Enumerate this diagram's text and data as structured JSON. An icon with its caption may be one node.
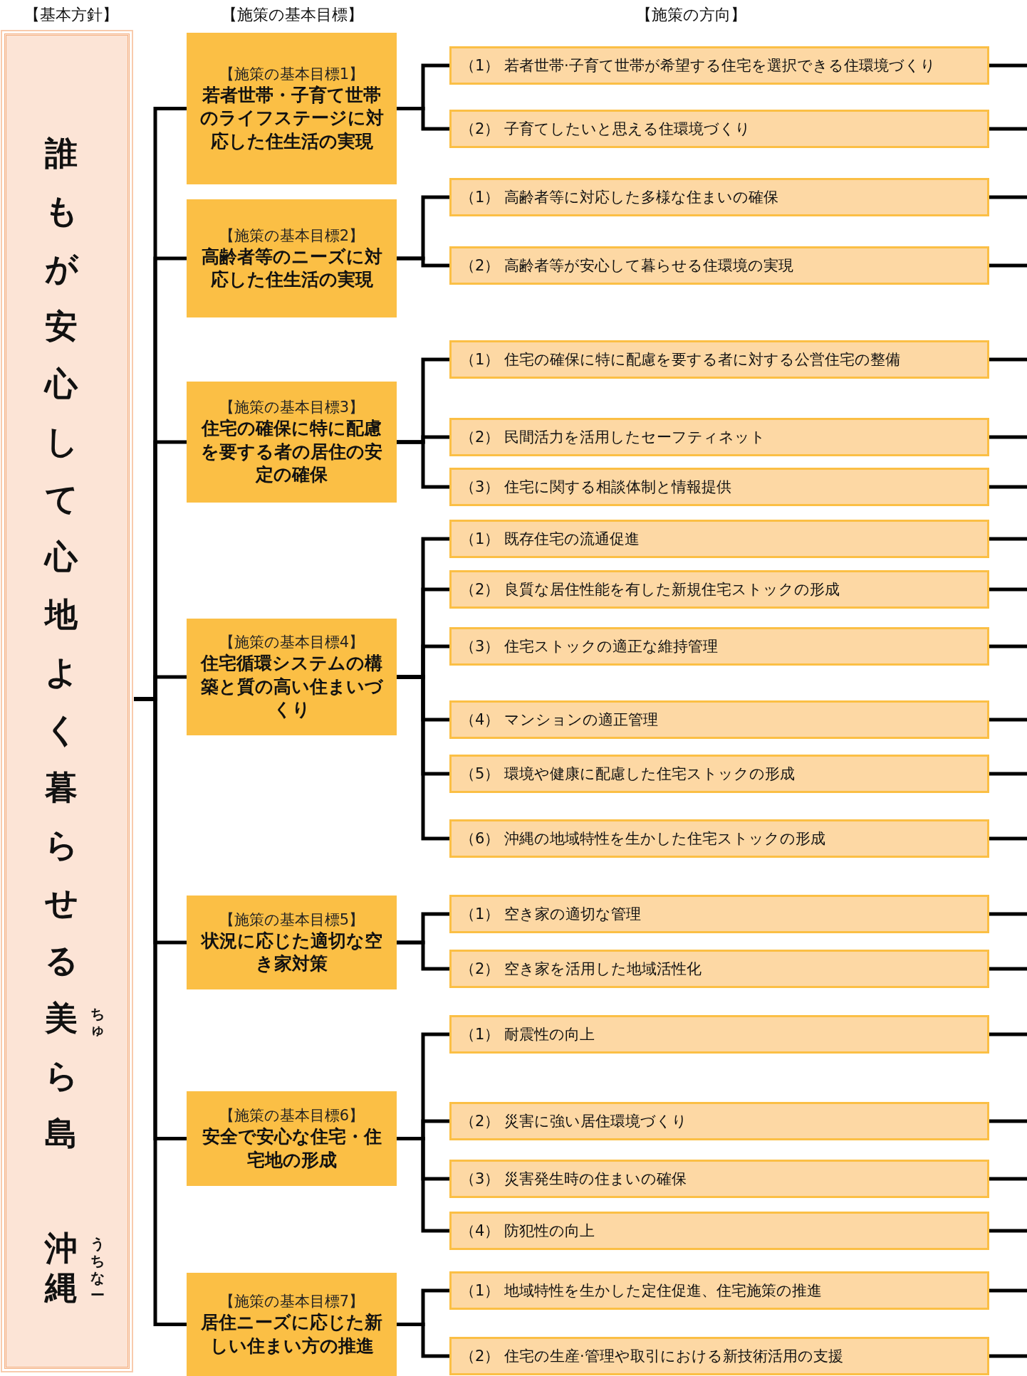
{
  "diagram": {
    "nodes": [
      {
        "text": [
          "誰もが安心して心地よく暮らせる美ら島",
          "ちゅ",
          "沖縄",
          "うちなー"
        ]
      },
      {
        "text": [
          "【施策の基本目標1】",
          "若者世帯・子育て世帯のライフステージに対応した住生活の実現"
        ]
      },
      {
        "text": [
          "（1） 若者世帯·子育て世帯が希望する住宅を選択できる住環境づくり"
        ]
      },
      {
        "text": [
          "（2） 子育てしたいと思える住環境づくり"
        ]
      },
      {
        "text": [
          "【施策の基本目標2】",
          "高齢者等のニーズに対応した住生活の実現"
        ]
      },
      {
        "text": [
          "（1） 高齢者等に対応した多様な住まいの確保"
        ]
      },
      {
        "text": [
          "（2） 高齢者等が安心して暮らせる住環境の実現"
        ]
      },
      {
        "text": [
          "【施策の基本目標3】",
          "住宅の確保に特に配慮を要する者の居住の安定の確保"
        ]
      },
      {
        "text": [
          "（1） 住宅の確保に特に配慮を要する者に対する公営住宅の整備"
        ]
      },
      {
        "text": [
          "（2） 民間活力を活用したセーフティネット"
        ]
      },
      {
        "text": [
          "（3） 住宅に関する相談体制と情報提供"
        ]
      },
      {
        "text": [
          "【施策の基本目標4】",
          "住宅循環システムの構築と質の高い住まいづくり"
        ]
      },
      {
        "text": [
          "（1） 既存住宅の流通促進"
        ]
      },
      {
        "text": [
          "（2） 良質な居住性能を有した新規住宅ストックの形成"
        ]
      },
      {
        "text": [
          "（3） 住宅ストックの適正な維持管理"
        ]
      },
      {
        "text": [
          "（4） マンションの適正管理"
        ]
      },
      {
        "text": [
          "（5） 環境や健康に配慮した住宅ストックの形成"
        ]
      },
      {
        "text": [
          "（6） 沖縄の地域特性を生かした住宅ストックの形成"
        ]
      },
      {
        "text": [
          "【施策の基本目標5】",
          "状況に応じた適切な空き家対策"
        ]
      },
      {
        "text": [
          "（1） 空き家の適切な管理"
        ]
      },
      {
        "text": [
          "（2） 空き家を活用した地域活性化"
        ]
      },
      {
        "text": [
          "【施策の基本目標6】",
          "安全で安心な住宅・住宅地の形成"
        ]
      },
      {
        "text": [
          "（1） 耐震性の向上"
        ]
      },
      {
        "text": [
          "（2） 災害に強い居住環境づくり"
        ]
      },
      {
        "text": [
          "（3） 災害発生時の住まいの確保"
        ]
      },
      {
        "text": [
          "（4） 防犯性の向上"
        ]
      },
      {
        "text": [
          "【施策の基本目標7】",
          "居住ニーズに応じた新しい住まい方の推進"
        ]
      },
      {
        "text": [
          "（1） 地域特性を生かした定住促進、住宅施策の推進"
        ]
      },
      {
        "text": [
          "（2） 住宅の生産·管理や取引における新技術活用の支援"
        ]
      }
    ],
    "edges": [
      {
        "from": 0,
        "to": 1,
        "arrow": "none"
      },
      {
        "from": 0,
        "to": 4,
        "arrow": "none"
      },
      {
        "from": 0,
        "to": 7,
        "arrow": "none"
      },
      {
        "from": 0,
        "to": 11,
        "arrow": "none"
      },
      {
        "from": 0,
        "to": 18,
        "arrow": "none"
      },
      {
        "from": 0,
        "to": 21,
        "arrow": "none"
      },
      {
        "from": 0,
        "to": 26,
        "arrow": "none"
      },
      {
        "from": 1,
        "to": 2,
        "arrow": "none"
      },
      {
        "from": 1,
        "to": 3,
        "arrow": "none"
      },
      {
        "from": 4,
        "to": 5,
        "arrow": "none"
      },
      {
        "from": 4,
        "to": 6,
        "arrow": "none"
      },
      {
        "from": 7,
        "to": 8,
        "arrow": "none"
      },
      {
        "from": 7,
        "to": 9,
        "arrow": "none"
      },
      {
        "from": 7,
        "to": 10,
        "arrow": "none"
      },
      {
        "from": 11,
        "to": 12,
        "arrow": "none"
      },
      {
        "from": 11,
        "to": 13,
        "arrow": "none"
      },
      {
        "from": 11,
        "to": 14,
        "arrow": "none"
      },
      {
        "from": 11,
        "to": 15,
        "arrow": "none"
      },
      {
        "from": 11,
        "to": 16,
        "arrow": "none"
      },
      {
        "from": 11,
        "to": 17,
        "arrow": "none"
      },
      {
        "from": 18,
        "to": 19,
        "arrow": "none"
      },
      {
        "from": 18,
        "to": 20,
        "arrow": "none"
      },
      {
        "from": 21,
        "to": 22,
        "arrow": "none"
      },
      {
        "from": 21,
        "to": 23,
        "arrow": "none"
      },
      {
        "from": 21,
        "to": 24,
        "arrow": "none"
      },
      {
        "from": 21,
        "to": 25,
        "arrow": "none"
      },
      {
        "from": 26,
        "to": 27,
        "arrow": "none"
      },
      {
        "from": 26,
        "to": 28,
        "arrow": "none"
      },
      {
        "from": 2,
        "to": null,
        "arrow": "none"
      },
      {
        "from": 3,
        "to": null,
        "arrow": "none"
      },
      {
        "from": 5,
        "to": null,
        "arrow": "none"
      },
      {
        "from": 6,
        "to": null,
        "arrow": "none"
      },
      {
        "from": 8,
        "to": null,
        "arrow": "none"
      },
      {
        "from": 9,
        "to": null,
        "arrow": "none"
      },
      {
        "from": 10,
        "to": null,
        "arrow": "none"
      },
      {
        "from": 12,
        "to": null,
        "arrow": "none"
      },
      {
        "from": 13,
        "to": null,
        "arrow": "none"
      },
      {
        "from": 14,
        "to": null,
        "arrow": "none"
      },
      {
        "from": 15,
        "to": null,
        "arrow": "none"
      },
      {
        "from": 16,
        "to": null,
        "arrow": "none"
      },
      {
        "from": 17,
        "to": null,
        "arrow": "none"
      },
      {
        "from": 19,
        "to": null,
        "arrow": "none"
      },
      {
        "from": 20,
        "to": null,
        "arrow": "none"
      },
      {
        "from": 22,
        "to": null,
        "arrow": "none"
      },
      {
        "from": 23,
        "to": null,
        "arrow": "none"
      },
      {
        "from": 24,
        "to": null,
        "arrow": "none"
      },
      {
        "from": 25,
        "to": null,
        "arrow": "none"
      },
      {
        "from": 27,
        "to": null,
        "arrow": "none"
      },
      {
        "from": 28,
        "to": null,
        "arrow": "none"
      }
    ],
    "labels": [
      "【基本方針】",
      "【施策の基本目標】",
      "【施策の方向】"
    ]
  }
}
